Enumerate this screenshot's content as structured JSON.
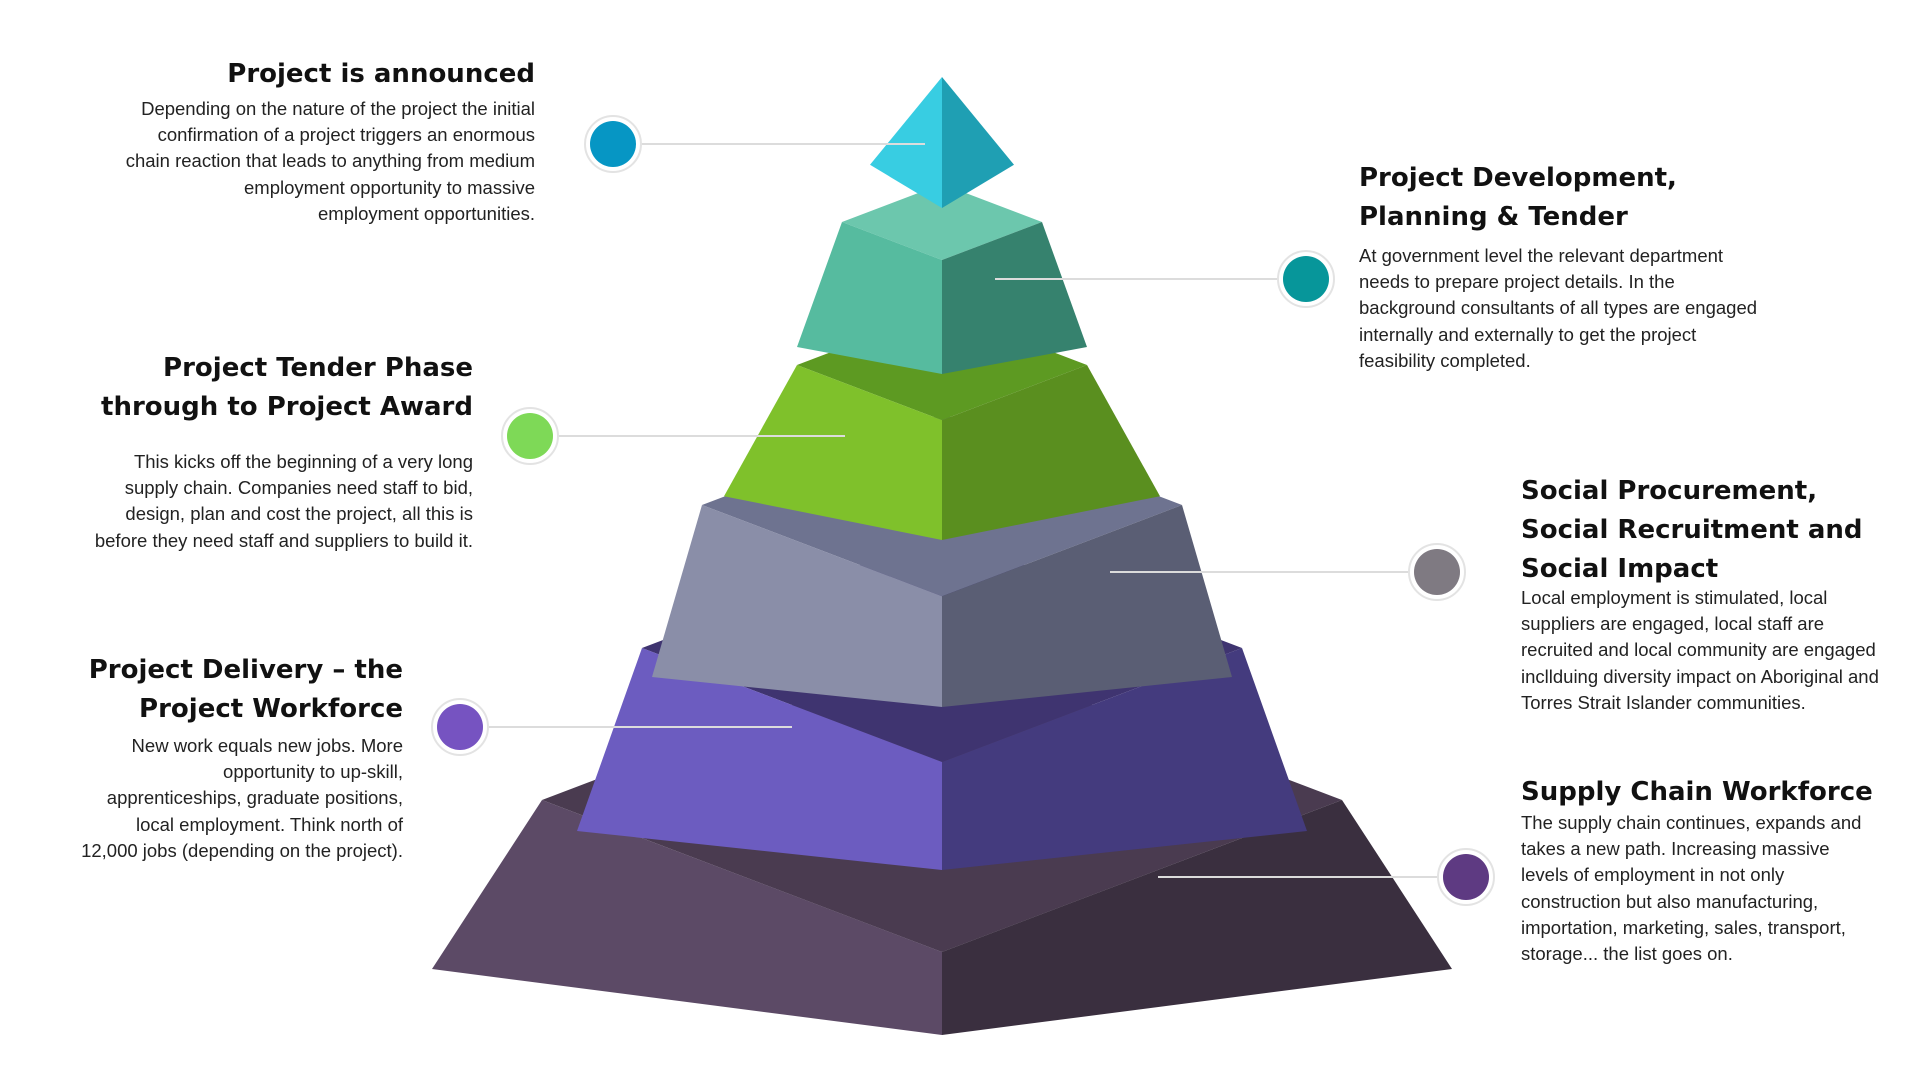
{
  "layers": [
    {
      "id": "announced",
      "title": "Project is announced",
      "body": "Depending on the nature of the project the initial\nconfirmation of a project triggers an enormous\nchain reaction that leads to anything from medium\nemployment opportunity to massive\nemployment opportunities.",
      "color": "#0696c4"
    },
    {
      "id": "development",
      "title": "Project Development,\nPlanning & Tender",
      "body": "At government level the relevant department\nneeds to prepare project details. In the\nbackground consultants of all types are engaged\ninternally and externally to get the project\nfeasibility completed.",
      "color": "#07969a"
    },
    {
      "id": "tender",
      "title": "Project Tender Phase\nthrough to Project Award",
      "body": "This kicks off the beginning of a very long\nsupply chain.  Companies need staff to bid,\ndesign, plan and cost the project, all this is\nbefore they need staff and suppliers to build it.",
      "color": "#7ed957"
    },
    {
      "id": "social",
      "title": "Social Procurement,\nSocial Recruitment and\nSocial Impact",
      "body": "Local employment is stimulated, local\nsuppliers are engaged, local staff are\nrecruited and local community are engaged\nincllduing diversity impact on Aboriginal and\nTorres Strait Islander communities.",
      "color": "#7f7a82"
    },
    {
      "id": "delivery",
      "title": "Project Delivery – the\nProject Workforce",
      "body": "New work equals new jobs. More\nopportunity to up-skill,\napprenticeships, graduate positions,\nlocal employment. Think north of\n12,000 jobs (depending on the project).",
      "color": "#7653c1"
    },
    {
      "id": "supply",
      "title": "Supply Chain Workforce",
      "body": "The supply chain continues, expands and\ntakes a new path. Increasing massive\nlevels of employment in not only\nconstruction but also manufacturing,\nimportation, marketing, sales, transport,\nstorage... the list goes on.",
      "color": "#5e3a82"
    }
  ],
  "pyramid_colors": {
    "tier1": {
      "left": "#38cde2",
      "right": "#1f9fb3",
      "top": "#4bd6e8"
    },
    "tier2": {
      "left": "#56bb9f",
      "right": "#36826e",
      "top": "#6cc7ad"
    },
    "tier3": {
      "left": "#7fc12b",
      "right": "#5a8f1f",
      "top": "#5d9a22"
    },
    "tier4": {
      "left": "#8a8ea8",
      "right": "#5a5e74",
      "top": "#6e7390"
    },
    "tier5": {
      "left": "#6c5cc0",
      "right": "#443b7e",
      "top": "#3f3470"
    },
    "tier6": {
      "left": "#5c4a66",
      "right": "#3a2f3f",
      "top": "#4a3b50"
    }
  }
}
